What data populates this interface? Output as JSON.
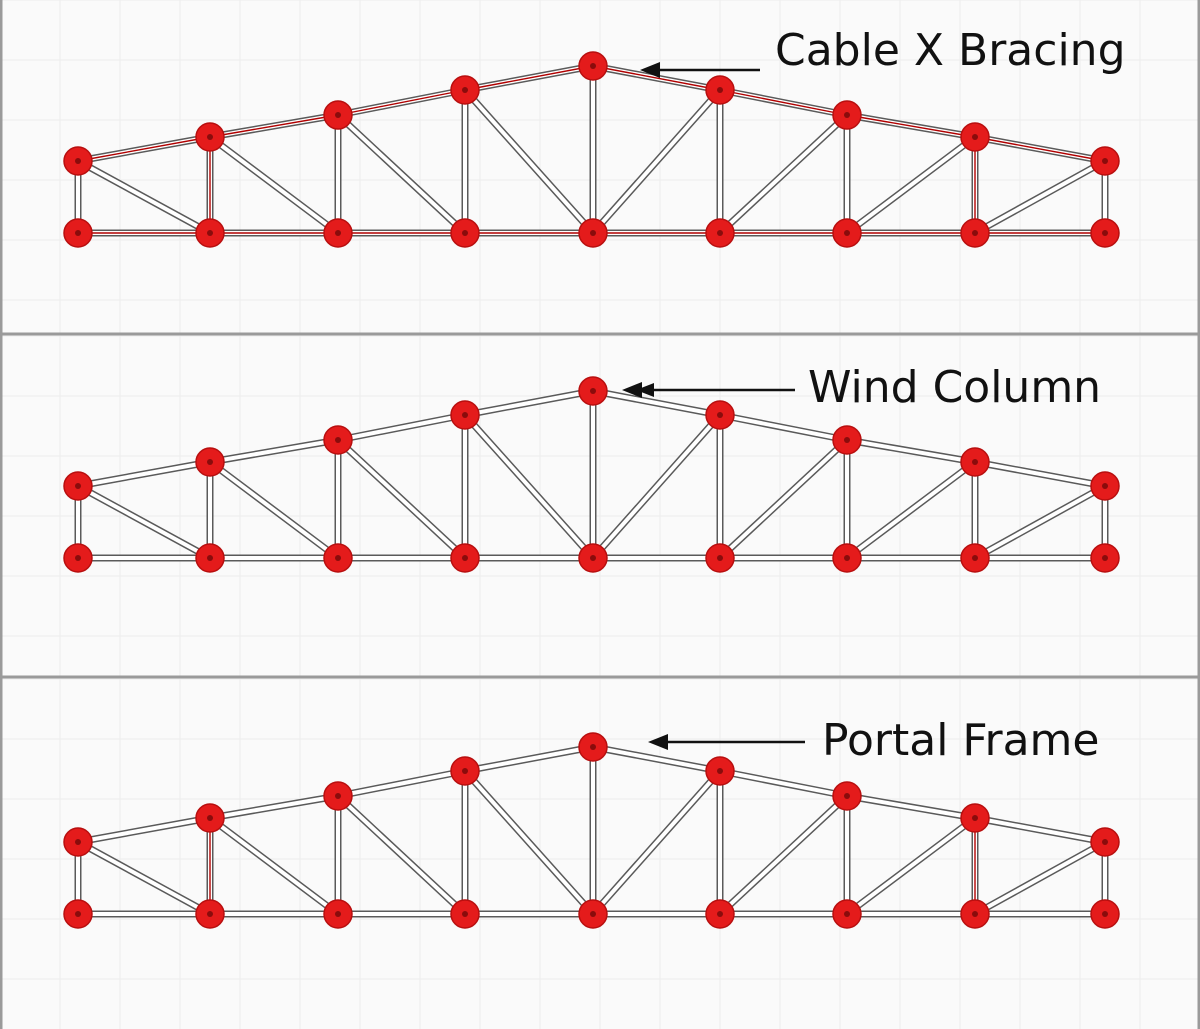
{
  "panels": [
    {
      "id": "cable-x-bracing",
      "label": "Cable X Bracing"
    },
    {
      "id": "wind-column",
      "label": "Wind Column"
    },
    {
      "id": "portal-frame",
      "label": "Portal Frame"
    }
  ],
  "colors": {
    "node": "#e41b1b",
    "member_outline": "#5a5a5a",
    "member_fill": "#ffffff",
    "accent_member": "#b00000",
    "text": "#111111"
  }
}
